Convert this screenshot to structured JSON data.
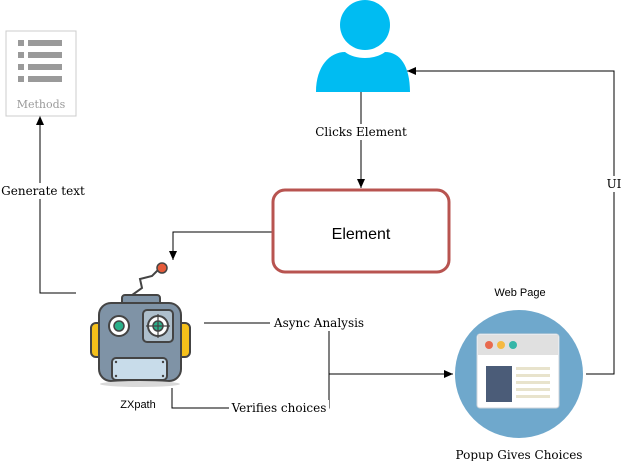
{
  "nodes": {
    "methods": {
      "label": "Methods"
    },
    "element": {
      "label": "Element"
    },
    "robot": {
      "label": "ZXpath"
    },
    "web_page": {
      "title": "Web Page",
      "caption": "Popup Gives Choices"
    }
  },
  "edges": {
    "clicks_element": "Clicks Element",
    "generate_text": "Generate text",
    "ui": "UI",
    "async_analysis": "Async Analysis",
    "verifies_choices": "Verifies choices"
  },
  "colors": {
    "user": "#00bcf2",
    "element_border": "#b85450",
    "robot_body": "#7f93a6",
    "robot_accent": "#f5c01a",
    "web_circle": "#6fa8cc"
  }
}
